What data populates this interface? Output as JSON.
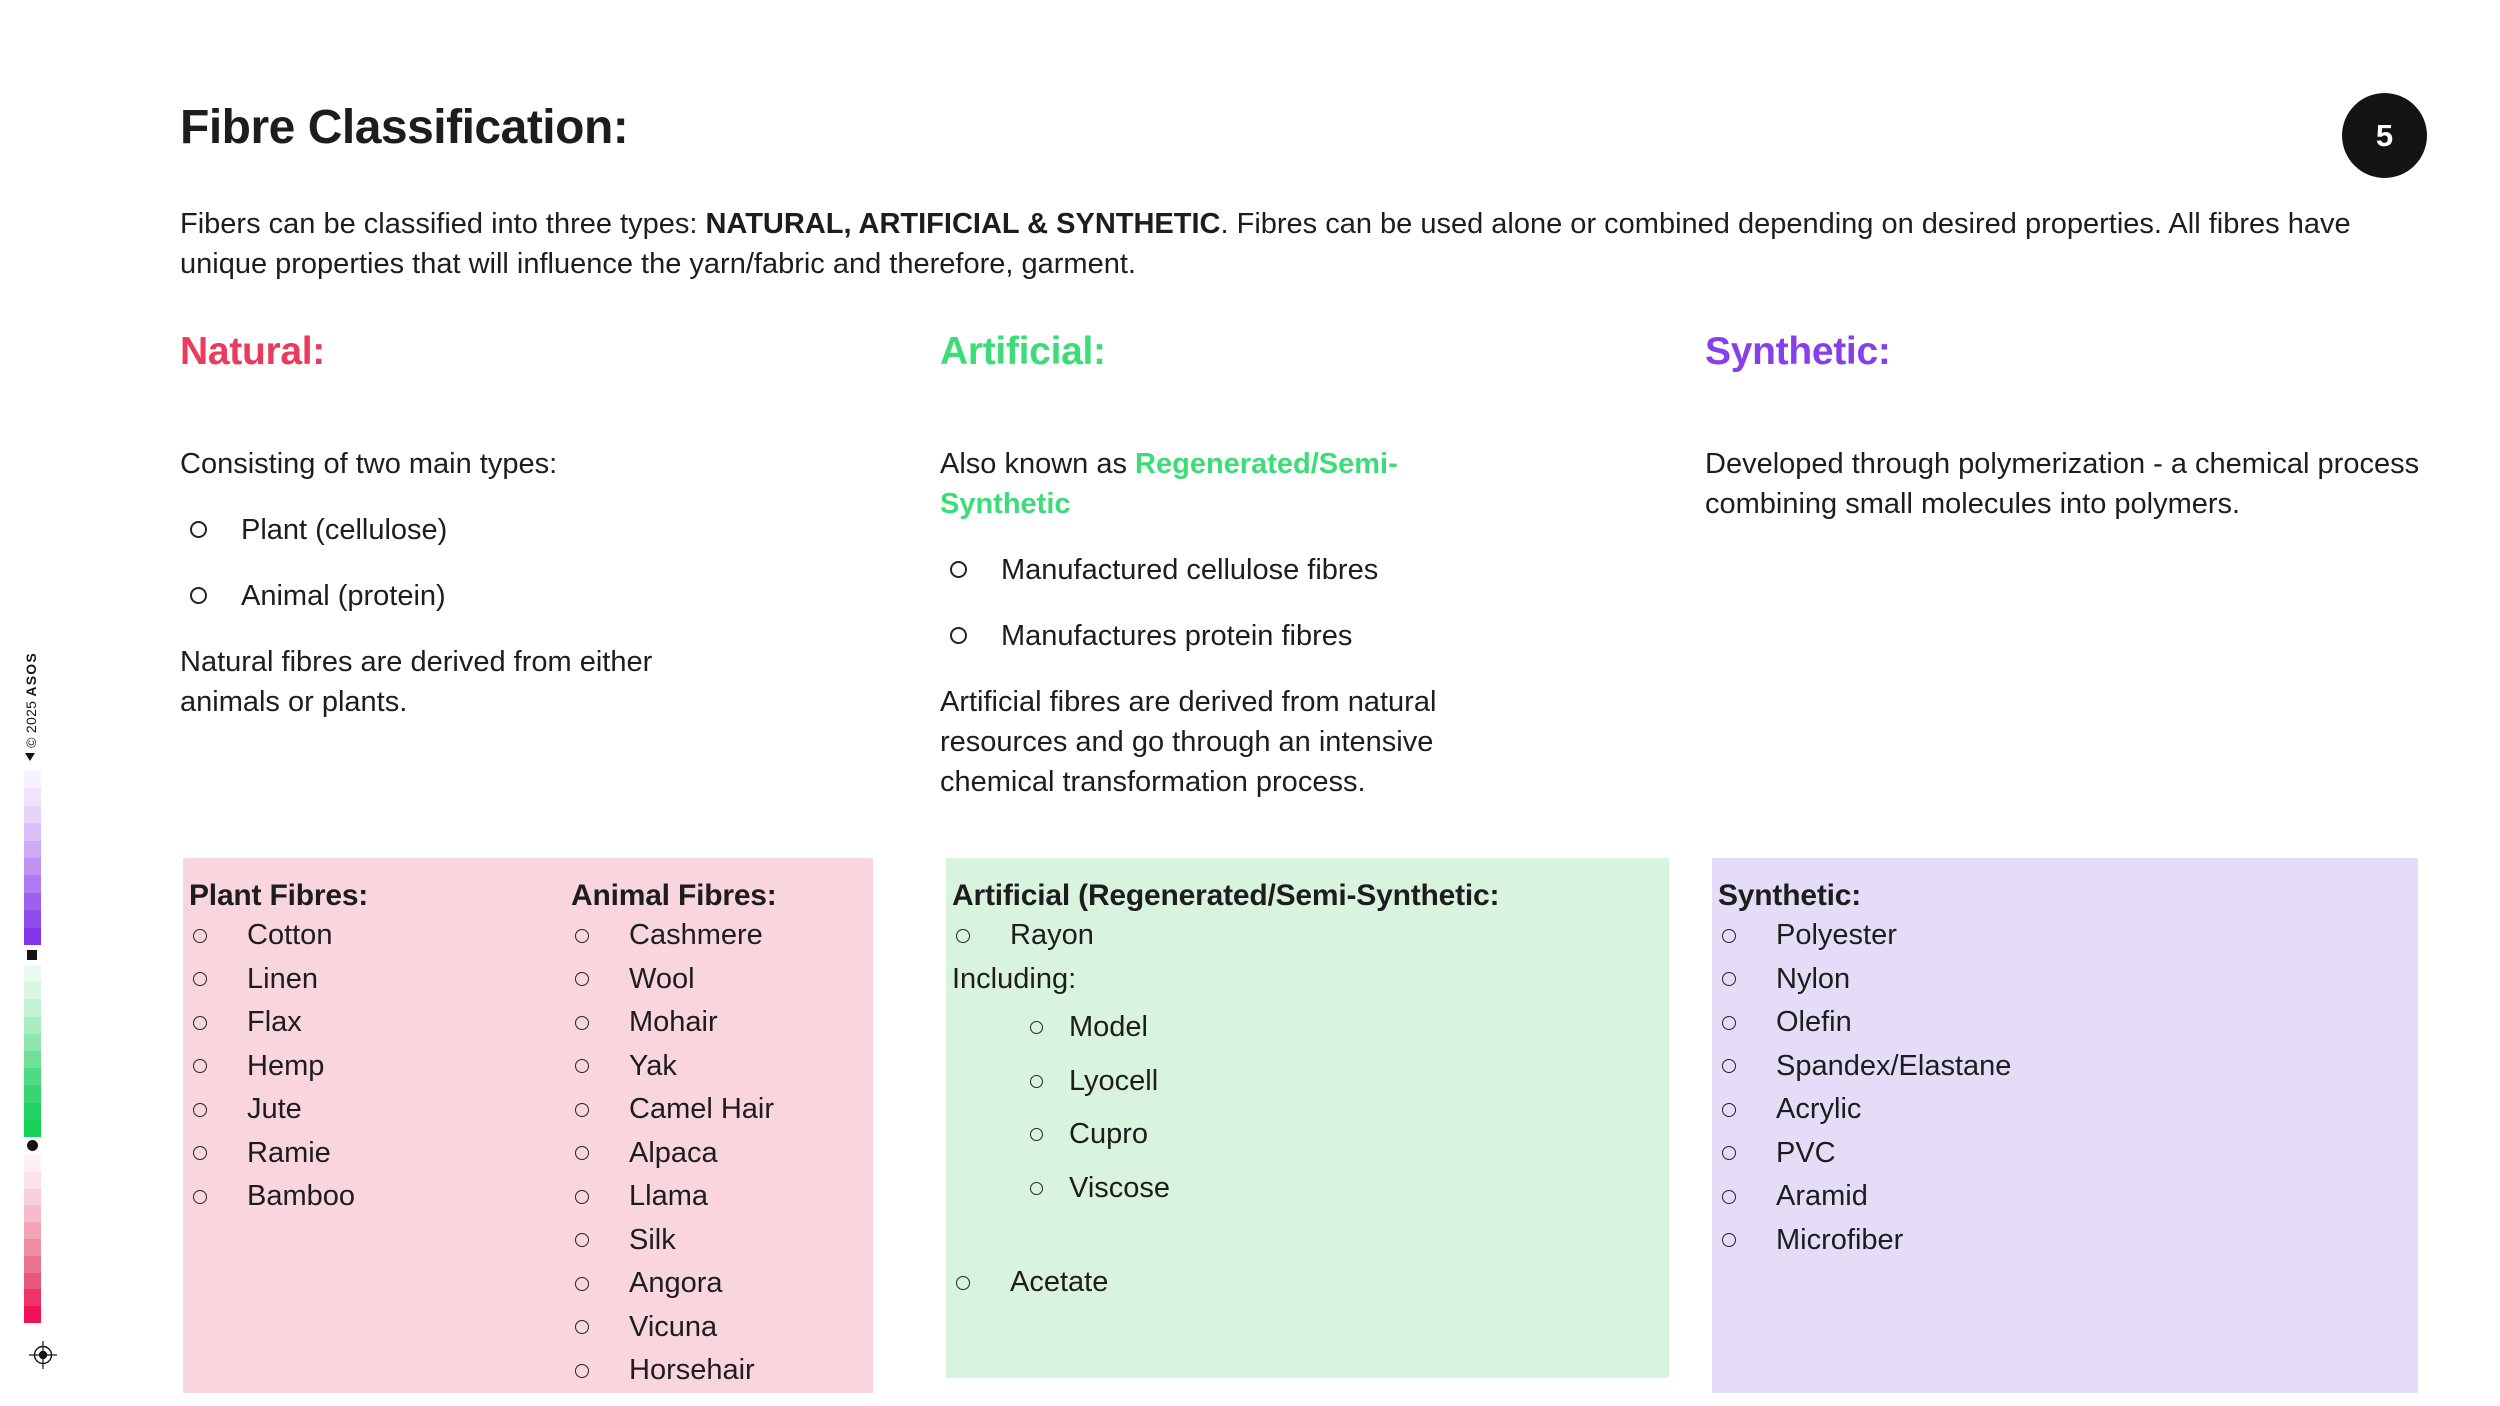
{
  "palette": {
    "ink": "#141414"
  },
  "page": {
    "number": "5",
    "title": "Fibre Classification:",
    "intro_before": "Fibers can be classified into three types: ",
    "intro_bold": "NATURAL, ARTIFICIAL & SYNTHETIC",
    "intro_after": ". Fibres can be used alone or combined depending on desired properties. All fibres have unique properties that will influence the yarn/fabric and therefore, garment."
  },
  "sidebar": {
    "copyright_prefix": "© 2025 ",
    "brand": "ASOS",
    "ramps": {
      "purple": [
        "#f7f2fd",
        "#efe4fb",
        "#e5d3f9",
        "#dac0f6",
        "#cdaaf3",
        "#bf93ef",
        "#af7af2",
        "#9e60ee",
        "#8f4aec",
        "#8434ea"
      ],
      "green": [
        "#eafaf0",
        "#d8f6e3",
        "#c2f1d3",
        "#a9ecc1",
        "#8ee6ae",
        "#70e099",
        "#50da83",
        "#35d56f",
        "#22d261",
        "#16d158"
      ],
      "pink": [
        "#fdf1f4",
        "#fbe3e9",
        "#f8d0db",
        "#f5bccb",
        "#f2a5b9",
        "#ee8da6",
        "#ea7392",
        "#e6577c",
        "#ef3268",
        "#f2125b"
      ]
    }
  },
  "columns": {
    "natural": {
      "heading": "Natural:",
      "color": "#ea3a5e",
      "intro": "Consisting of two main types:",
      "bullets": [
        "Plant (cellulose)",
        "Animal (protein)"
      ],
      "outro": "Natural fibres are derived from either animals or plants."
    },
    "artificial": {
      "heading": "Artificial:",
      "color": "#3cdd78",
      "intro_before": "Also known as ",
      "intro_bold": "Regenerated/Semi-Synthetic",
      "bullets": [
        "Manufactured cellulose fibres",
        "Manufactures protein fibres"
      ],
      "outro": "Artificial fibres are derived from natural resources and go through an intensive chemical transformation process."
    },
    "synthetic": {
      "heading": "Synthetic:",
      "color": "#8740e9",
      "intro": "Developed through polymerization - a chemical process combining small molecules into polymers."
    }
  },
  "boxes": {
    "plant_animal": {
      "bg": "#f9d5de",
      "plant": {
        "heading": "Plant Fibres:",
        "items": [
          "Cotton",
          "Linen",
          "Flax",
          "Hemp",
          "Jute",
          "Ramie",
          "Bamboo"
        ]
      },
      "animal": {
        "heading": "Animal Fibres:",
        "items": [
          "Cashmere",
          "Wool",
          "Mohair",
          "Yak",
          "Camel Hair",
          "Alpaca",
          "Llama",
          "Silk",
          "Angora",
          "Vicuna",
          "Horsehair"
        ]
      }
    },
    "artificial": {
      "bg": "#d8f4df",
      "heading": "Artificial (Regenerated/Semi-Synthetic:",
      "item_rayon": "Rayon",
      "including_label": "Including:",
      "sub_items": [
        "Model",
        "Lyocell",
        "Cupro",
        "Viscose"
      ],
      "item_acetate": "Acetate"
    },
    "synthetic": {
      "bg": "#e5dcf8",
      "heading": "Synthetic:",
      "items": [
        "Polyester",
        "Nylon",
        "Olefin",
        "Spandex/Elastane",
        "Acrylic",
        "PVC",
        "Aramid",
        "Microfiber"
      ]
    }
  }
}
